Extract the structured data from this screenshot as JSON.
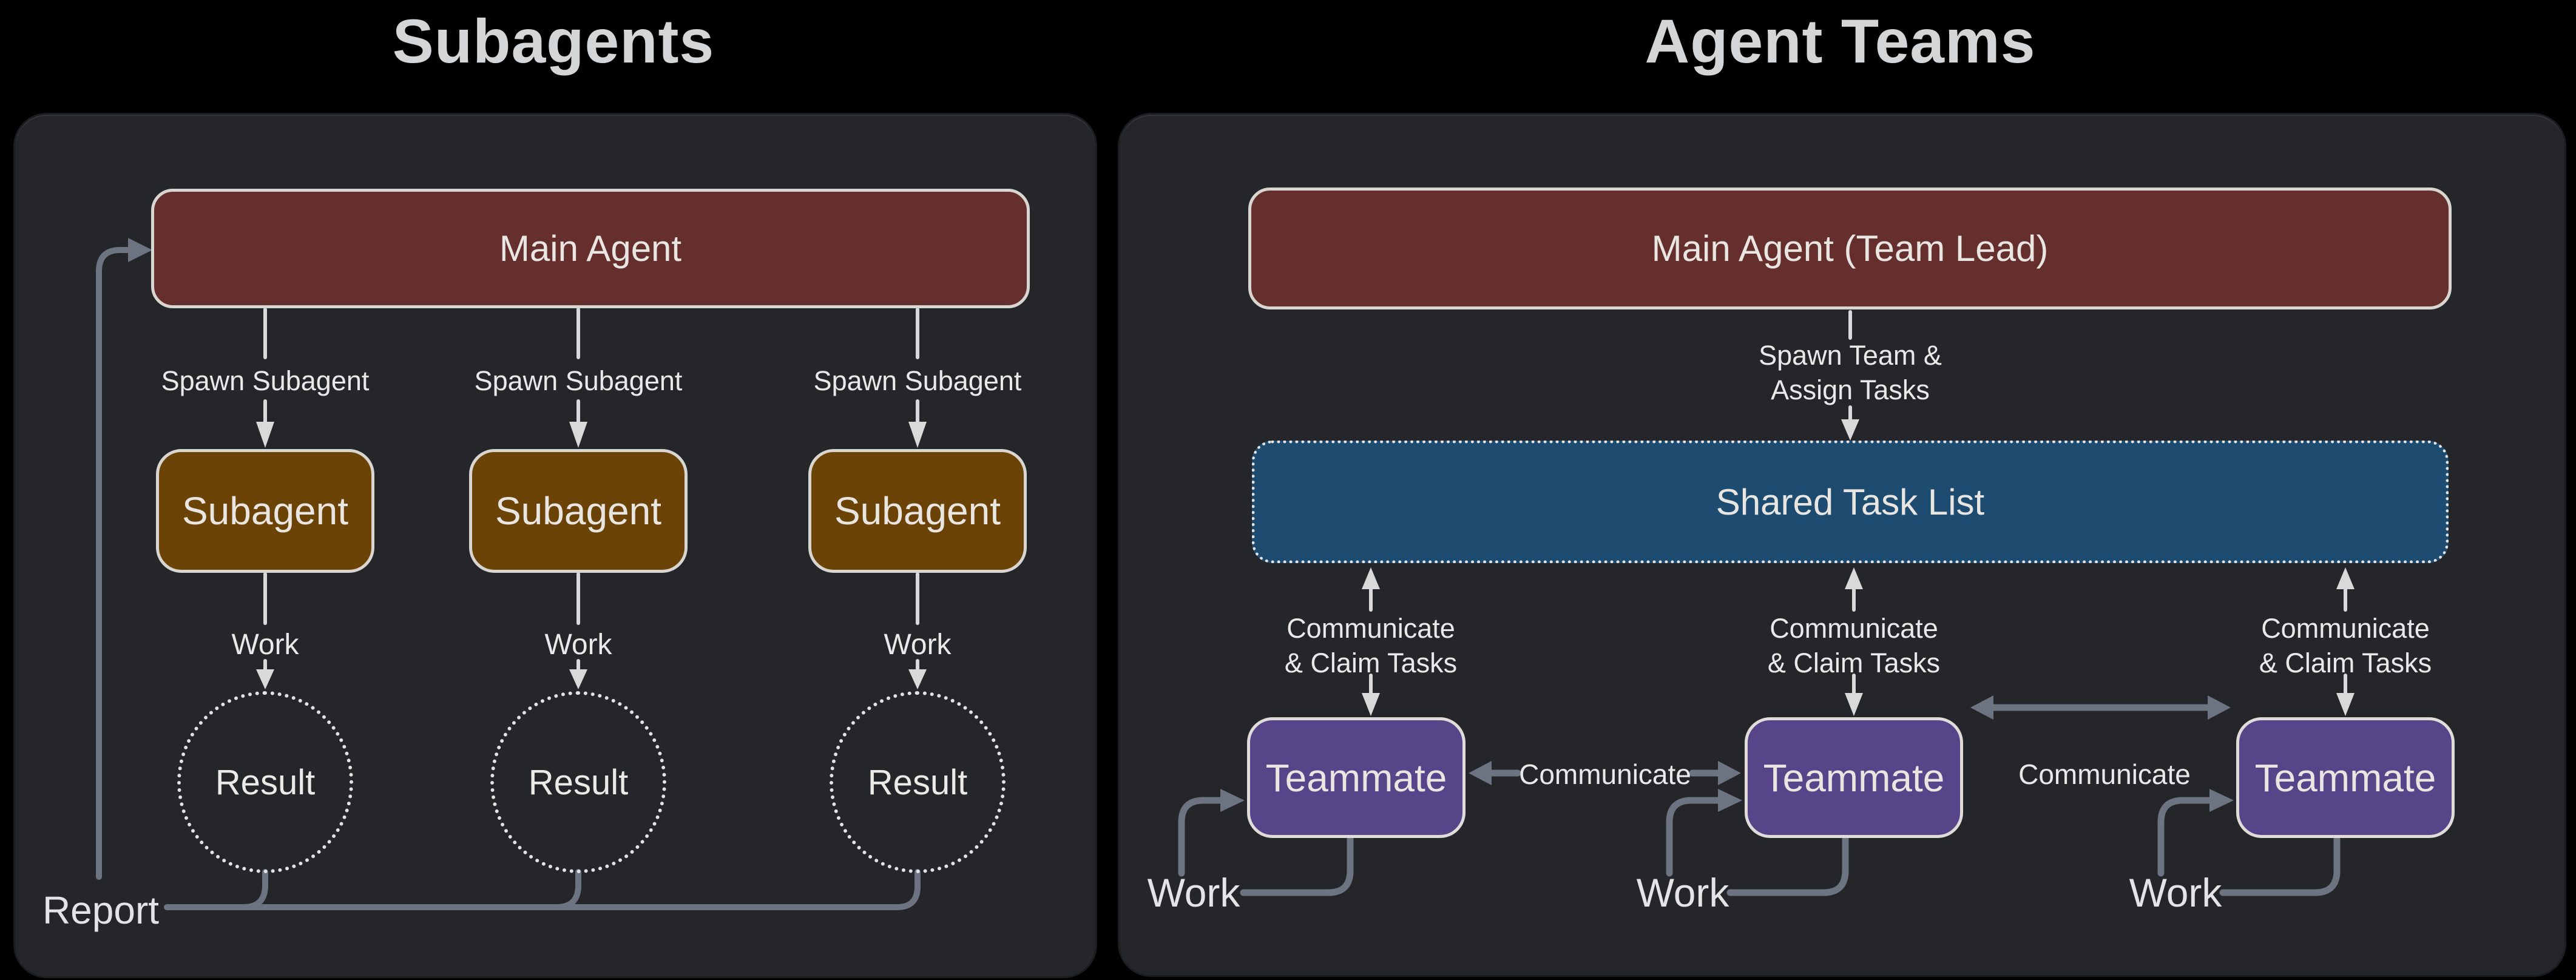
{
  "titles": {
    "left": "Subagents",
    "right": "Agent Teams"
  },
  "left_panel": {
    "main_agent": "Main Agent",
    "spawn_label": "Spawn Subagent",
    "subagent": "Subagent",
    "work_label": "Work",
    "result": "Result",
    "report_label": "Report"
  },
  "right_panel": {
    "main_agent": "Main Agent (Team Lead)",
    "spawn_line1": "Spawn Team &",
    "spawn_line2": "Assign Tasks",
    "task_list": "Shared Task List",
    "claim_line1": "Communicate",
    "claim_line2": "& Claim Tasks",
    "teammate": "Teammate",
    "communicate_label": "Communicate",
    "work_label": "Work"
  },
  "colors": {
    "background": "#000000",
    "panel": "#25262a",
    "main_agent_fill": "#652f2d",
    "subagent_fill": "#6b4306",
    "teammate_fill": "#564589",
    "task_list_fill": "#1d4c70",
    "white_stroke": "#d9d9d9",
    "gray_stroke": "#6b7480",
    "title_text": "#d4d5d7",
    "label_text": "#e9e9e9"
  }
}
